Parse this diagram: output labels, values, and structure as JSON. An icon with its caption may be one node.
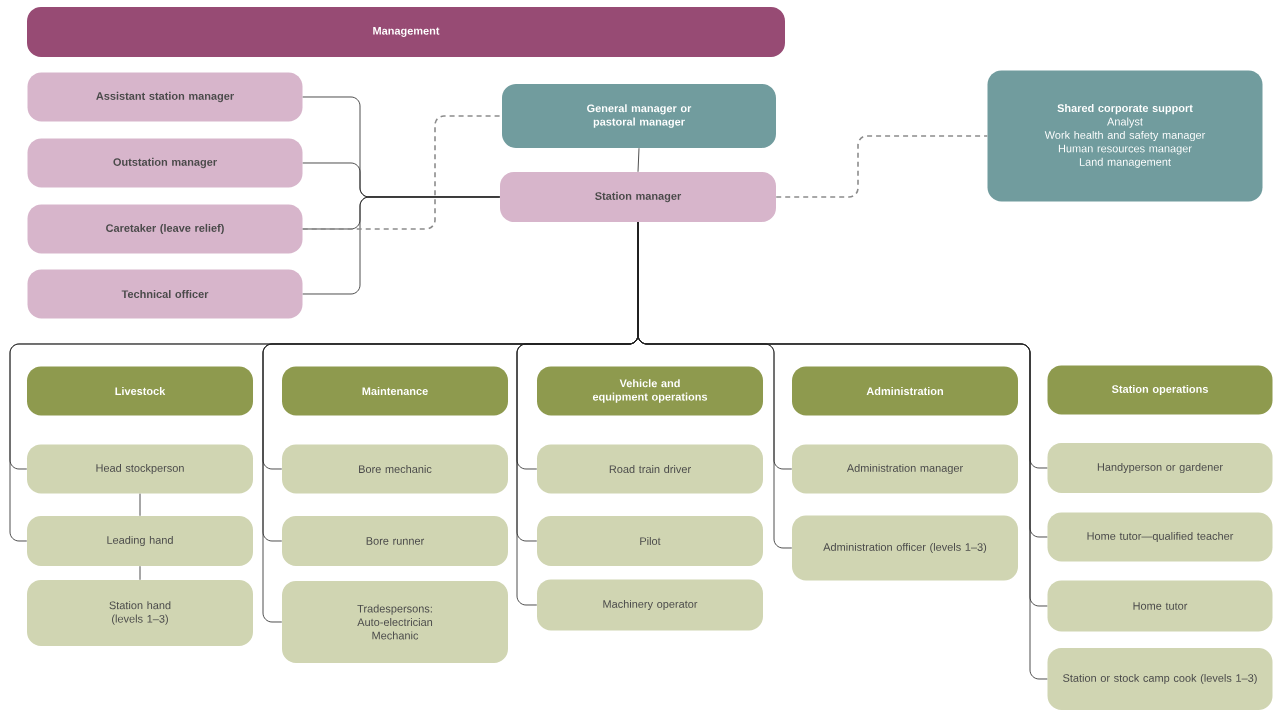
{
  "diagram": {
    "nodes": [
      {
        "text": [
          "Management"
        ]
      },
      {
        "text": [
          "Assistant station manager"
        ]
      },
      {
        "text": [
          "Outstation manager"
        ]
      },
      {
        "text": [
          "Caretaker (leave relief)"
        ]
      },
      {
        "text": [
          "Technical officer"
        ]
      },
      {
        "text": [
          "General manager or pastoral manager"
        ]
      },
      {
        "text": [
          "Station manager"
        ]
      },
      {
        "text": [
          "Shared corporate support",
          "Analyst",
          "Work health and safety manager",
          "Human resources manager",
          "Land management"
        ]
      },
      {
        "text": [
          "Livestock"
        ]
      },
      {
        "text": [
          "Head stockperson"
        ]
      },
      {
        "text": [
          "Leading hand"
        ]
      },
      {
        "text": [
          "Station hand (levels 1–3)"
        ]
      },
      {
        "text": [
          "Maintenance"
        ]
      },
      {
        "text": [
          "Bore mechanic"
        ]
      },
      {
        "text": [
          "Bore runner"
        ]
      },
      {
        "text": [
          "Tradespersons:",
          "Auto-electrician",
          "Mechanic"
        ]
      },
      {
        "text": [
          "Vehicle and equipment operations"
        ]
      },
      {
        "text": [
          "Road train driver"
        ]
      },
      {
        "text": [
          "Pilot"
        ]
      },
      {
        "text": [
          "Machinery operator"
        ]
      },
      {
        "text": [
          "Administration"
        ]
      },
      {
        "text": [
          "Administration manager"
        ]
      },
      {
        "text": [
          "Administration officer (levels 1–3)"
        ]
      },
      {
        "text": [
          "Station operations"
        ]
      },
      {
        "text": [
          "Handyperson or gardener"
        ]
      },
      {
        "text": [
          "Home tutor—qualified teacher"
        ]
      },
      {
        "text": [
          "Home tutor"
        ]
      },
      {
        "text": [
          "Station or stock camp cook (levels 1–3)"
        ]
      }
    ],
    "edges": [
      {
        "from": 5,
        "to": 6,
        "arrow": "none"
      },
      {
        "from": 6,
        "to": 1,
        "arrow": "none"
      },
      {
        "from": 6,
        "to": 2,
        "arrow": "none"
      },
      {
        "from": 6,
        "to": 3,
        "arrow": "none"
      },
      {
        "from": 6,
        "to": 4,
        "arrow": "none"
      },
      {
        "from": 3,
        "to": 5,
        "arrow": "none",
        "style": "dashed",
        "color": "#8c8c8c"
      },
      {
        "from": 6,
        "to": 7,
        "arrow": "none",
        "style": "dashed",
        "color": "#8c8c8c"
      },
      {
        "from": 6,
        "to": 9,
        "arrow": "none"
      },
      {
        "from": 6,
        "to": 10,
        "arrow": "none"
      },
      {
        "from": 9,
        "to": 10,
        "arrow": "none"
      },
      {
        "from": 10,
        "to": 11,
        "arrow": "none"
      },
      {
        "from": 6,
        "to": 13,
        "arrow": "none"
      },
      {
        "from": 6,
        "to": 14,
        "arrow": "none"
      },
      {
        "from": 6,
        "to": 15,
        "arrow": "none"
      },
      {
        "from": 6,
        "to": 17,
        "arrow": "none"
      },
      {
        "from": 6,
        "to": 18,
        "arrow": "none"
      },
      {
        "from": 6,
        "to": 19,
        "arrow": "none"
      },
      {
        "from": 6,
        "to": 21,
        "arrow": "none"
      },
      {
        "from": 6,
        "to": 22,
        "arrow": "none"
      },
      {
        "from": 6,
        "to": 24,
        "arrow": "none"
      },
      {
        "from": 6,
        "to": 25,
        "arrow": "none"
      },
      {
        "from": 6,
        "to": 26,
        "arrow": "none"
      },
      {
        "from": 6,
        "to": 27,
        "arrow": "none"
      }
    ]
  }
}
